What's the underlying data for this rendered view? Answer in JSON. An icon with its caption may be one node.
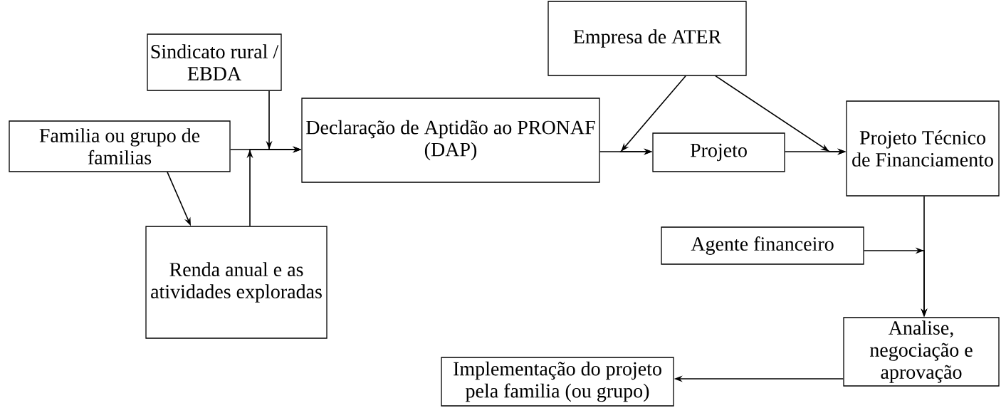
{
  "diagram": {
    "nodes": [
      {
        "text": [
          "Familia ou grupo de familias"
        ]
      },
      {
        "text": [
          "Sindicato rural / EBDA"
        ]
      },
      {
        "text": [
          "Renda anual e as atividades exploradas"
        ]
      },
      {
        "text": [
          "Declaração de Aptidão ao PRONAF (DAP)"
        ]
      },
      {
        "text": [
          "Empresa de ATER"
        ]
      },
      {
        "text": [
          "Projeto"
        ]
      },
      {
        "text": [
          "Projeto Técnico de Financiamento"
        ]
      },
      {
        "text": [
          "Agente financeiro"
        ]
      },
      {
        "text": [
          "Analise, negociação e aprovação"
        ]
      },
      {
        "text": [
          "Implementação do projeto pela familia (ou grupo)"
        ]
      }
    ],
    "edges": [
      {
        "from": 0,
        "to": 3,
        "arrow": "to"
      },
      {
        "from": 1,
        "to": 3,
        "arrow": "to"
      },
      {
        "from": 2,
        "to": 3,
        "arrow": "to"
      },
      {
        "from": 0,
        "to": 2,
        "arrow": "to"
      },
      {
        "from": 3,
        "to": 5,
        "arrow": "to"
      },
      {
        "from": 4,
        "to": 5,
        "arrow": "to"
      },
      {
        "from": 5,
        "to": 6,
        "arrow": "to"
      },
      {
        "from": 4,
        "to": 6,
        "arrow": "to"
      },
      {
        "from": 6,
        "to": 8,
        "arrow": "to"
      },
      {
        "from": 7,
        "to": 8,
        "arrow": "to"
      },
      {
        "from": 8,
        "to": 9,
        "arrow": "to"
      }
    ]
  }
}
